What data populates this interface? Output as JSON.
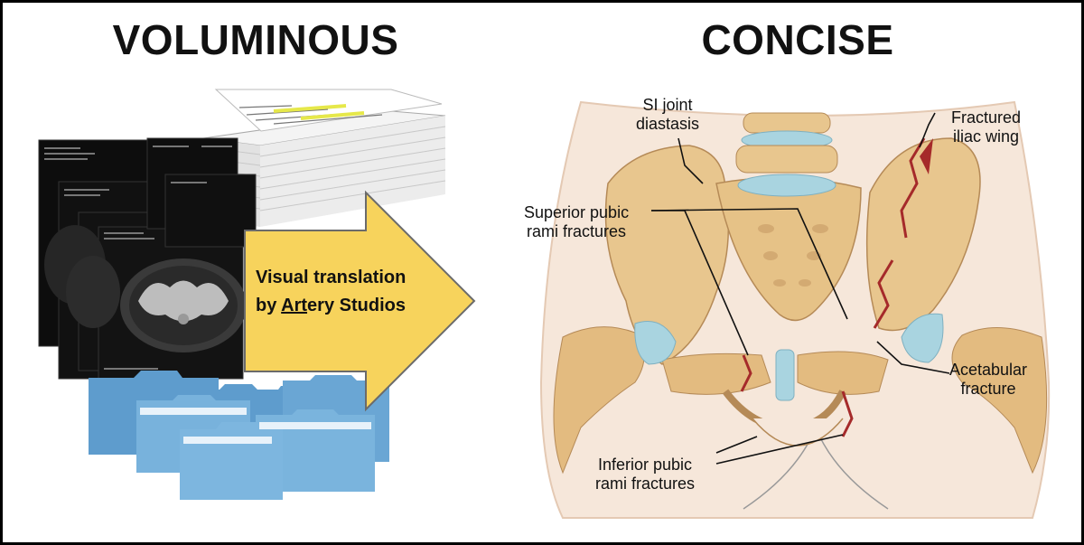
{
  "headings": {
    "left": "VOLUMINOUS",
    "right": "CONCISE"
  },
  "arrow": {
    "line1": "Visual translation",
    "line2_prefix": "by ",
    "line2_underlined": "Art",
    "line2_suffix": "ery Studios",
    "fill": "#f7d35c"
  },
  "labels": {
    "si_joint": [
      "SI joint",
      "diastasis"
    ],
    "fractured_iliac": [
      "Fractured",
      "iliac wing"
    ],
    "superior_pubic": [
      "Superior pubic",
      "rami fractures"
    ],
    "acetabular": [
      "Acetabular",
      "fracture"
    ],
    "inferior_pubic": [
      "Inferior pubic",
      "rami fractures"
    ]
  },
  "colors": {
    "bone": "#e8c68e",
    "bone_shadow": "#c9a06a",
    "cartilage": "#a9d4e0",
    "fracture": "#a52a2a",
    "skin": "#f3e4d6",
    "folder": "#6fa9d6",
    "folder_dark": "#4d8bbf",
    "scan_bg": "#111111"
  }
}
